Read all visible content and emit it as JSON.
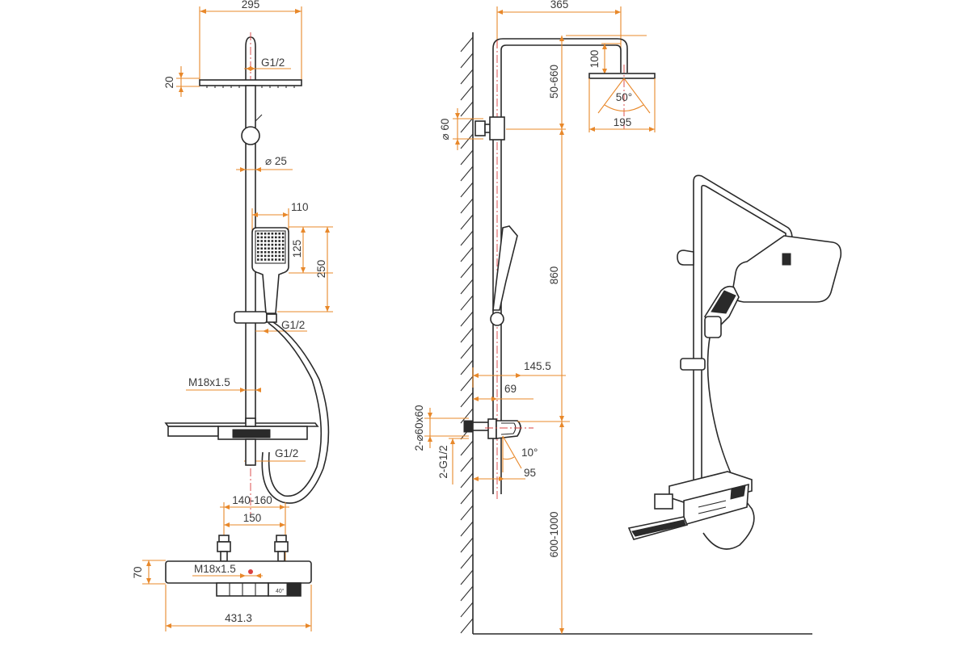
{
  "colors": {
    "dimension": "#e8882a",
    "outline": "#2a2a2a",
    "axis": "#d94040",
    "text": "#3a3a3a"
  },
  "front_view": {
    "head_width": "295",
    "head_thread": "G1/2",
    "head_thickness": "20",
    "rod_diameter": "⌀ 25",
    "hand_width": "110",
    "hand_face": "125",
    "hand_length": "250",
    "hose_thread": "G1/2",
    "nut_thread_upper": "M18x1.5",
    "outlet_thread": "G1/2",
    "inlet_spacing_range": "140-160",
    "inlet_spacing": "150",
    "mixer_height": "70",
    "nut_thread_lower": "M18x1.5",
    "mixer_width": "431.3",
    "display_temp": "40°"
  },
  "side_view": {
    "arm_reach": "365",
    "head_drop": "100",
    "height_adjust": "50-660",
    "spray_angle": "50°",
    "head_depth": "195",
    "bracket_diameter": "⌀ 60",
    "rail_length": "860",
    "mixer_depth": "145.5",
    "mixer_offset": "69",
    "flange_size": "2-⌀60x60",
    "inlet_thread": "2-G1/2",
    "spout_angle": "10°",
    "spout_reach": "95",
    "mount_height": "600-1000"
  }
}
